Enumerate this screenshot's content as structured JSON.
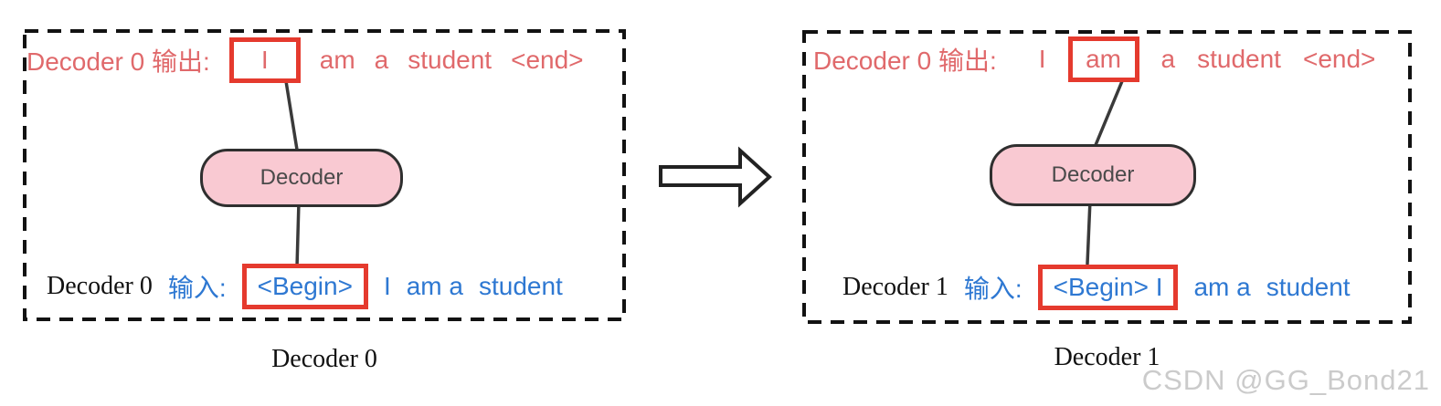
{
  "colors": {
    "salmon_text": "#e0696b",
    "box_red": "#e53a2e",
    "blue_text": "#2e78d2",
    "pink_fill": "#f9c9d2",
    "line_dark": "#3a3a3a",
    "watermark_gray": "#cbcbcb"
  },
  "watermark": "CSDN @GG_Bond21",
  "arrow": {
    "icon": "right-arrow-icon"
  },
  "panels": [
    {
      "caption": "Decoder 0",
      "output_label": "Decoder 0 输出:",
      "output_tokens": [
        {
          "text": "I",
          "boxed": true
        },
        {
          "text": "am"
        },
        {
          "text": "a"
        },
        {
          "text": "student"
        },
        {
          "text": "<end>"
        }
      ],
      "decoder_label": "Decoder",
      "input_name": "Decoder 0",
      "input_cn": "输入:",
      "input_tokens": [
        {
          "text": "<Begin>",
          "boxed": true
        },
        {
          "text": "I"
        },
        {
          "text": "am a"
        },
        {
          "text": "student"
        }
      ]
    },
    {
      "caption": "Decoder 1",
      "output_label": "Decoder 0 输出:",
      "output_tokens": [
        {
          "text": "I"
        },
        {
          "text": "am",
          "boxed": true
        },
        {
          "text": "a"
        },
        {
          "text": "student"
        },
        {
          "text": "<end>"
        }
      ],
      "decoder_label": "Decoder",
      "input_name": "Decoder 1",
      "input_cn": "输入:",
      "input_tokens": [
        {
          "text": "<Begin> I",
          "boxed": true
        },
        {
          "text": "am a"
        },
        {
          "text": "student"
        }
      ]
    }
  ]
}
